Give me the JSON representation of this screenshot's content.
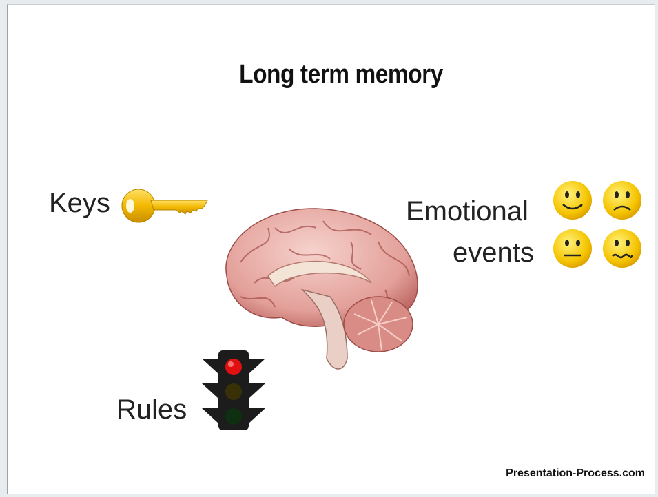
{
  "title": "Long term memory",
  "labels": {
    "keys": "Keys",
    "emotional_line1": "Emotional",
    "emotional_line2": "events",
    "rules": "Rules"
  },
  "credit": "Presentation-Process.com",
  "colors": {
    "key_gold": "#f2b800",
    "smiley_yellow": "#f5c400",
    "brain_pink": "#e8a4a0",
    "traffic_red": "#e01010",
    "traffic_body": "#1c1c1c"
  }
}
